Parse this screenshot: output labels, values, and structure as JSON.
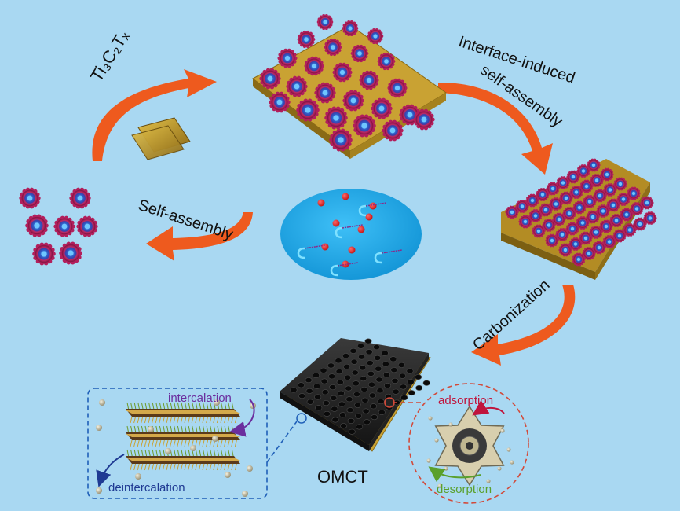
{
  "labels": {
    "ti3c2tx": "Ti₃C₂Tₓ",
    "interface_line1": "Interface-induced",
    "interface_line2": "self-assembly",
    "self_assembly": "Self-assembly",
    "carbonization": "Carbonization",
    "omct": "OMCT",
    "intercalation": "intercalation",
    "deintercalation": "deintercalation",
    "adsorption": "adsorption",
    "desorption": "desorption"
  },
  "colors": {
    "background": "#a9d8f2",
    "arrow": "#ee5a1e",
    "micelle_shell": "#b21f5c",
    "micelle_core": "#2e5fc9",
    "mxene": "#c9a233",
    "carbon": "#2b2b2b",
    "solution": "#2aa5e6",
    "intercalation_text": "#6b2e9e",
    "deintercalation_text": "#1f3a93",
    "adsorption_text": "#c0143c",
    "desorption_text": "#5aa02c"
  },
  "icons": [
    "micelle-icon",
    "mxene-sheet-icon",
    "solution-ellipse",
    "carbon-plate-icon",
    "porous-particle-icon",
    "ion-sphere-icon"
  ]
}
